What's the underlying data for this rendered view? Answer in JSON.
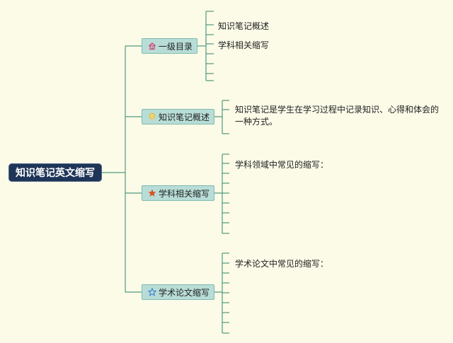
{
  "root": {
    "label": "知识笔记英文缩写"
  },
  "branches": [
    {
      "label": "一级目录",
      "icon": "home-icon",
      "children": [
        "知识笔记概述",
        "学科相关缩写"
      ]
    },
    {
      "label": "知识笔记概述",
      "icon": "bulb-icon",
      "text": "知识笔记是学生在学习过程中记录知识、心得和体会的一种方式。"
    },
    {
      "label": "学科相关缩写",
      "icon": "star-filled-icon",
      "text": "学科领域中常见的缩写："
    },
    {
      "label": "学术论文缩写",
      "icon": "star-outline-icon",
      "text": "学术论文中常见的缩写："
    }
  ],
  "colors": {
    "line": "#4f9a7f",
    "node_fill": "#b8ddd7",
    "root_fill": "#1f3558",
    "background": "#fcfbe8"
  }
}
